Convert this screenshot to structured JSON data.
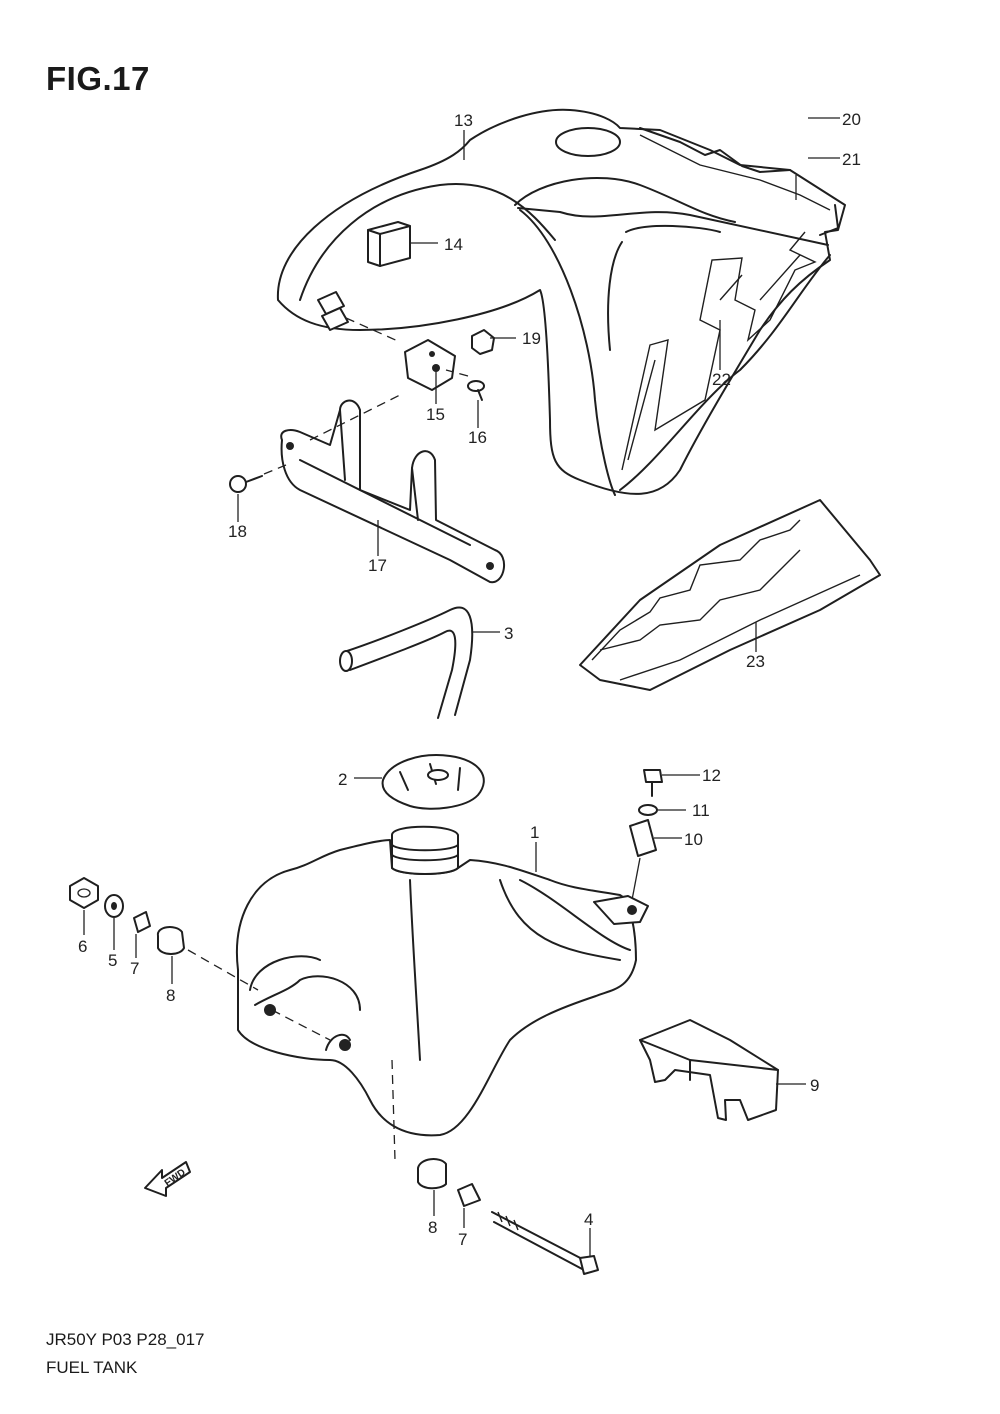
{
  "figure": {
    "title": "FIG.17",
    "code": "JR50Y P03 P28_017",
    "name": "FUEL TANK"
  },
  "callouts": {
    "c1": "1",
    "c2": "2",
    "c3": "3",
    "c4": "4",
    "c5": "5",
    "c6": "6",
    "c7a": "7",
    "c7b": "7",
    "c8a": "8",
    "c8b": "8",
    "c9": "9",
    "c10": "10",
    "c11": "11",
    "c12": "12",
    "c13": "13",
    "c14": "14",
    "c15": "15",
    "c16": "16",
    "c17": "17",
    "c18": "18",
    "c19": "19",
    "c20": "20",
    "c21": "21",
    "c22": "22",
    "c23": "23"
  },
  "arrow": {
    "label": "FWD"
  }
}
